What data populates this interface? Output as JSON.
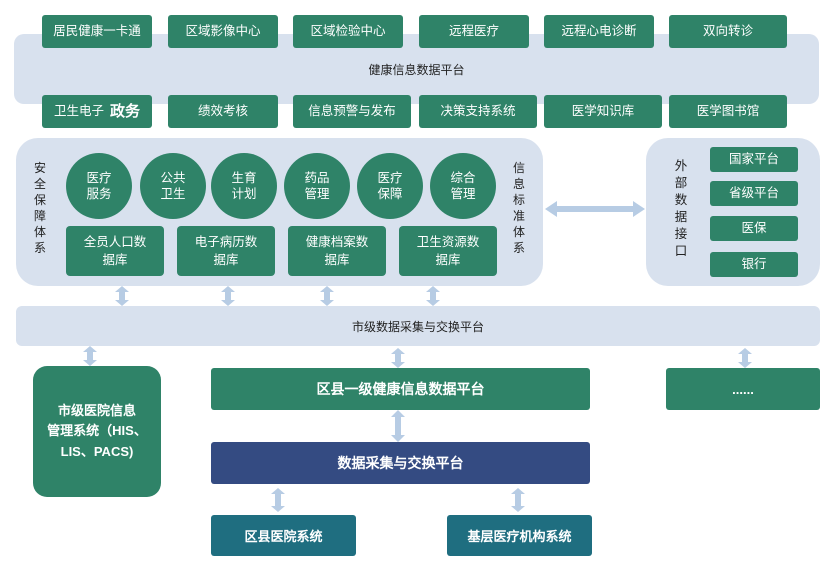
{
  "top_row": [
    "居民健康一卡通",
    "区域影像中心",
    "区域检验中心",
    "远程医疗",
    "远程心电诊断",
    "双向转诊"
  ],
  "platform_title": "健康信息数据平台",
  "second_row": [
    {
      "normal": "卫生电子",
      "bold": "政务"
    },
    {
      "normal": "绩效考核",
      "bold": ""
    },
    {
      "normal": "信息预警与发布",
      "bold": ""
    },
    {
      "normal": "决策支持系统",
      "bold": ""
    },
    {
      "normal": "医学知识库",
      "bold": ""
    },
    {
      "normal": "医学图书馆",
      "bold": ""
    }
  ],
  "left_vertical": "安全保障体系",
  "right_vertical": "信息标准体系",
  "circles": [
    "医疗\n服务",
    "公共\n卫生",
    "生育\n计划",
    "药品\n管理",
    "医疗\n保障",
    "综合\n管理"
  ],
  "databases": [
    "全员人口数\n据库",
    "电子病历数\n据库",
    "健康档案数\n据库",
    "卫生资源数\n据库"
  ],
  "external_label": "外部数据接口",
  "external_items": [
    "国家平台",
    "省级平台",
    "医保",
    "银行"
  ],
  "city_exchange": "市级数据采集与交换平台",
  "hospital_system": "市级医院信息\n管理系统（HIS、\nLIS、PACS)",
  "county_platform": "区县一级健康信息数据平台",
  "ellipsis": "......",
  "data_exchange": "数据采集与交换平台",
  "county_hospital": "区县医院系统",
  "primary_care": "基层医疗机构系统",
  "colors": {
    "green": "#2f8368",
    "panel": "#d8e1ee",
    "navy": "#344b82",
    "teal": "#1f6e80",
    "arrow": "#b7cce4"
  }
}
